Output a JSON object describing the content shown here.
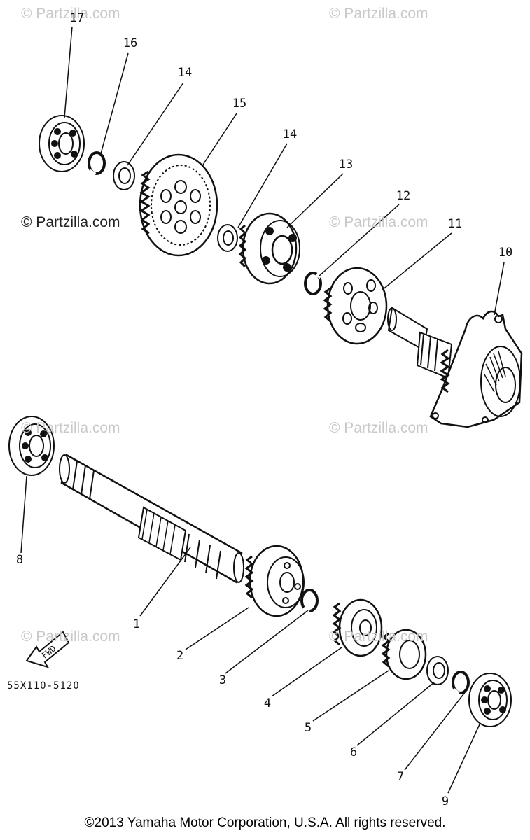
{
  "watermark_text": "© Partzilla.com",
  "callouts": {
    "c1": "1",
    "c2": "2",
    "c3": "3",
    "c4": "4",
    "c5": "5",
    "c6": "6",
    "c7": "7",
    "c8": "8",
    "c9": "9",
    "c10": "10",
    "c11": "11",
    "c12": "12",
    "c13": "13",
    "c14a": "14",
    "c14b": "14",
    "c15": "15",
    "c16": "16",
    "c17": "17"
  },
  "fwd_label": "FWD",
  "diagram_code": "55X110-5120",
  "copyright": "©2013 Yamaha Motor Corporation, U.S.A. All rights reserved."
}
